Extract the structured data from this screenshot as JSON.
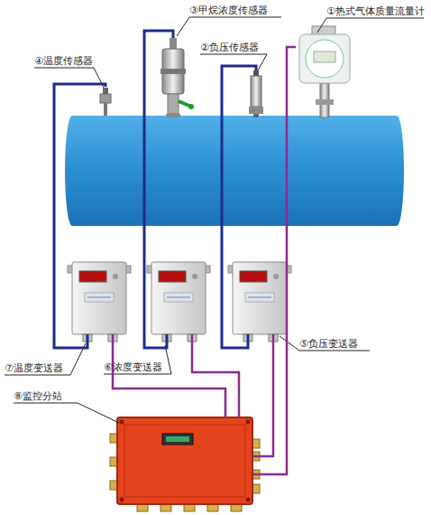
{
  "diagram": {
    "nodes": [
      {
        "text": [
          "③甲烷浓度传感器"
        ]
      },
      {
        "text": [
          "①热式气体质量流量计"
        ]
      },
      {
        "text": [
          "②负压传感器"
        ]
      },
      {
        "text": [
          "④温度传感器"
        ]
      },
      {
        "text": [
          "⑦温度变送器"
        ]
      },
      {
        "text": [
          "⑥浓度变送器"
        ]
      },
      {
        "text": [
          "⑤负压变送器"
        ]
      },
      {
        "text": [
          "⑧监控分站"
        ]
      }
    ],
    "edges": [
      {
        "from": 3,
        "to": 4,
        "arrow": "none"
      },
      {
        "from": 0,
        "to": 5,
        "arrow": "none"
      },
      {
        "from": 2,
        "to": 6,
        "arrow": "none"
      },
      {
        "from": 4,
        "to": 7,
        "arrow": "none"
      },
      {
        "from": 5,
        "to": 7,
        "arrow": "none"
      },
      {
        "from": 6,
        "to": 7,
        "arrow": "none"
      },
      {
        "from": 1,
        "to": 7,
        "arrow": "none"
      }
    ]
  }
}
